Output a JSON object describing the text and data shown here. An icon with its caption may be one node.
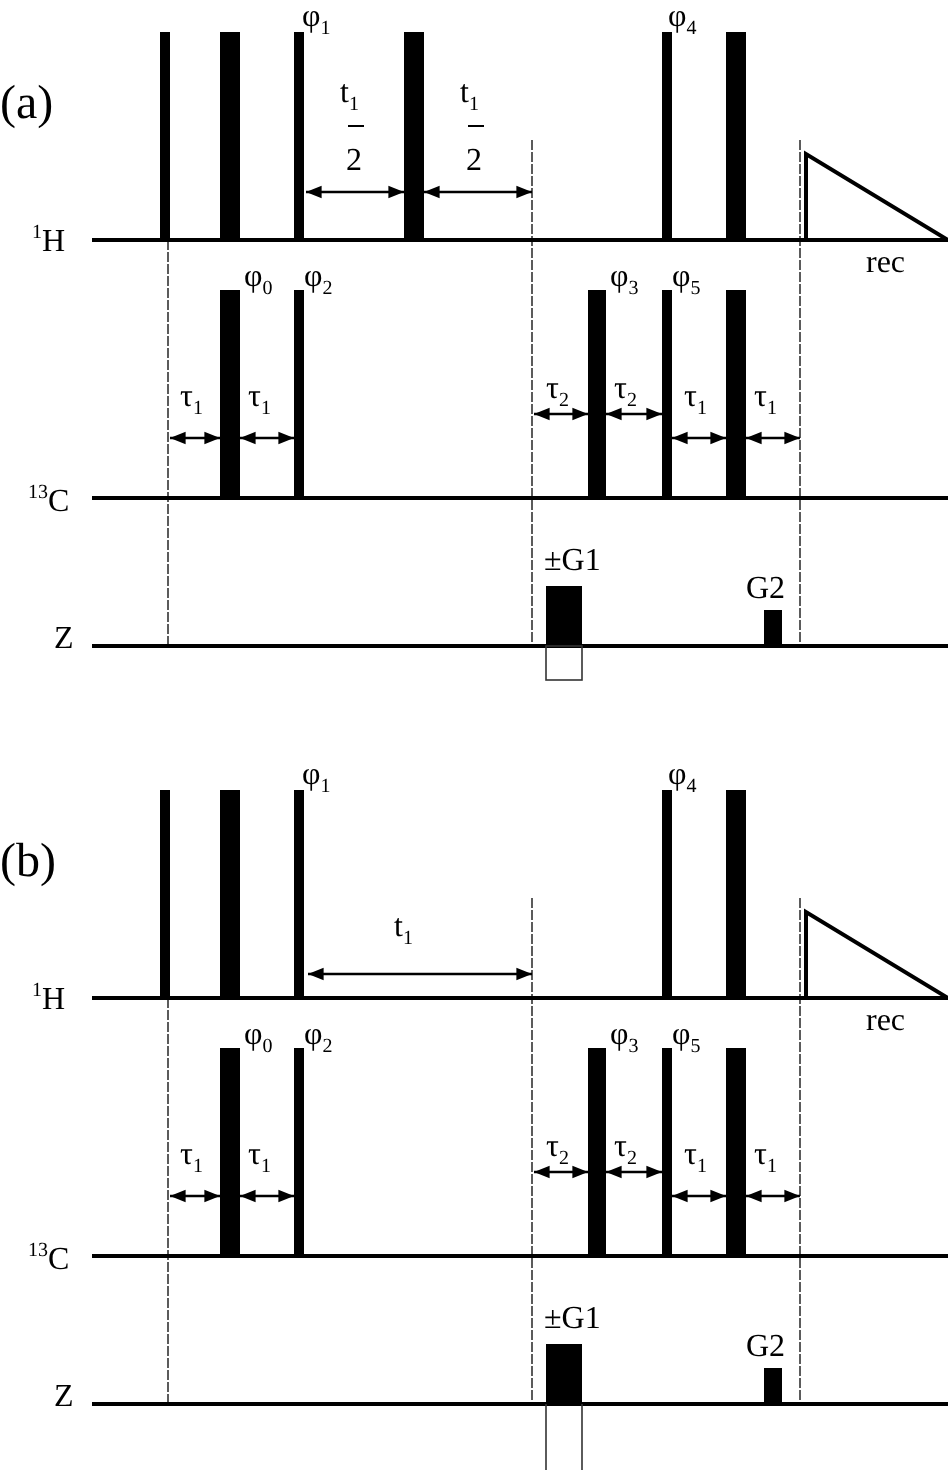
{
  "diagram": {
    "labels": [
      "(a)",
      "φ$_{1}$",
      "φ$_{4}$",
      "t$_{1}$",
      "t$_{1}$",
      "2",
      "2",
      "$^{1}$H",
      "rec",
      "φ$_{0}$",
      "φ$_{2}$",
      "φ$_{3}$",
      "φ$_{5}$",
      "τ$_{1}$",
      "τ$_{1}$",
      "τ$_{2}$",
      "τ$_{2}$",
      "τ$_{1}$",
      "τ$_{1}$",
      "$^{13}$C",
      "±G1",
      "G2",
      "Z",
      "(b)",
      "φ$_{1}$",
      "φ$_{4}$",
      "t$_{1}$",
      "$^{1}$H",
      "rec",
      "φ$_{0}$",
      "φ$_{2}$",
      "φ$_{3}$",
      "φ$_{5}$",
      "τ$_{1}$",
      "τ$_{1}$",
      "τ$_{2}$",
      "τ$_{2}$",
      "τ$_{1}$",
      "τ$_{1}$",
      "$^{13}$C",
      "±G1",
      "G2",
      "Z"
    ]
  }
}
